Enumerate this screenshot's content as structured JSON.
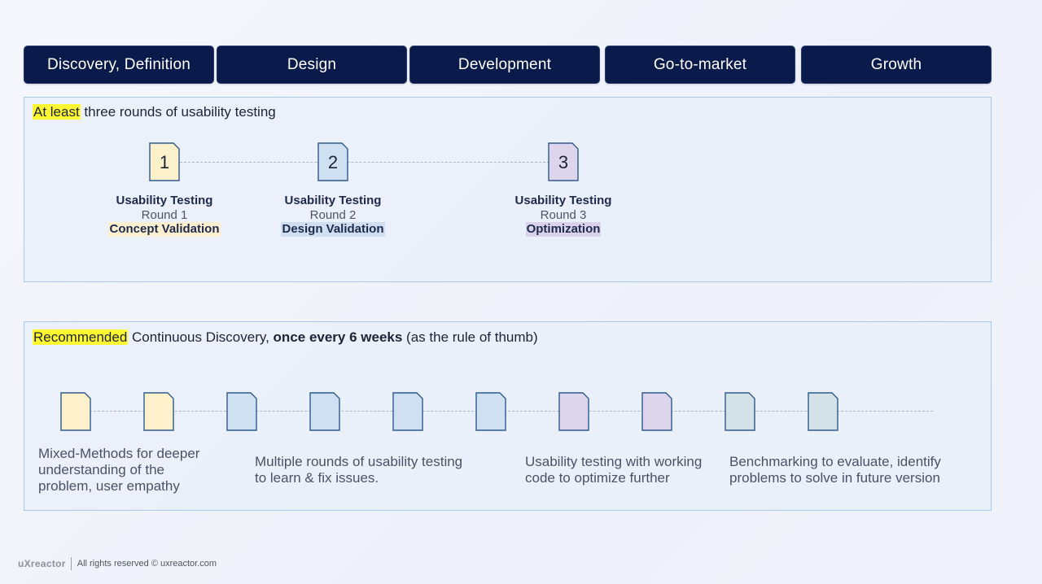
{
  "phases": [
    {
      "label": "Discovery, Definition"
    },
    {
      "label": "Design"
    },
    {
      "label": "Development"
    },
    {
      "label": "Go-to-market"
    },
    {
      "label": "Growth"
    }
  ],
  "section1": {
    "highlight": "At least",
    "title_rest": " three rounds of usability testing",
    "rounds": [
      {
        "number": "1",
        "title": "Usability Testing",
        "round": "Round 1",
        "focus": "Concept Validation",
        "color": "#fdf1cc",
        "focus_bg": "#fcefcf"
      },
      {
        "number": "2",
        "title": "Usability Testing",
        "round": "Round 2",
        "focus": "Design Validation",
        "color": "#cfe0f3",
        "focus_bg": "#cfdff1"
      },
      {
        "number": "3",
        "title": "Usability Testing",
        "round": "Round 3",
        "focus": "Optimization",
        "color": "#dcd5ec",
        "focus_bg": "#d9d2ea"
      }
    ]
  },
  "section2": {
    "highlight": "Recommended",
    "title_mid": " Continuous Discovery, ",
    "title_bold": "once every 6 weeks",
    "title_end": " (as the rule of thumb)",
    "doc_colors": [
      "#fdf1cc",
      "#fdf1cc",
      "#cfe0f3",
      "#cfe0f3",
      "#cfe0f3",
      "#cfe0f3",
      "#dcd5ec",
      "#dcd5ec",
      "#d2e2e6",
      "#d2e2e6"
    ],
    "captions": [
      {
        "lines": [
          "Mixed-Methods for deeper",
          "understanding of the",
          "problem, user empathy"
        ]
      },
      {
        "lines": [
          "Multiple rounds of usability testing",
          "to learn & fix issues."
        ]
      },
      {
        "lines": [
          "Usability testing with working",
          "code to optimize further"
        ]
      },
      {
        "lines": [
          "Benchmarking to evaluate, identify",
          "problems to solve in future version"
        ]
      }
    ]
  },
  "footer": {
    "logo": "uXreactor",
    "rights": "All rights reserved © uxreactor.com"
  },
  "colors": {
    "phase_bg": "#0a1a4a",
    "panel_border": "#a9cbe8",
    "highlight": "#fff833",
    "doc_stroke": "#2e5a8c"
  }
}
